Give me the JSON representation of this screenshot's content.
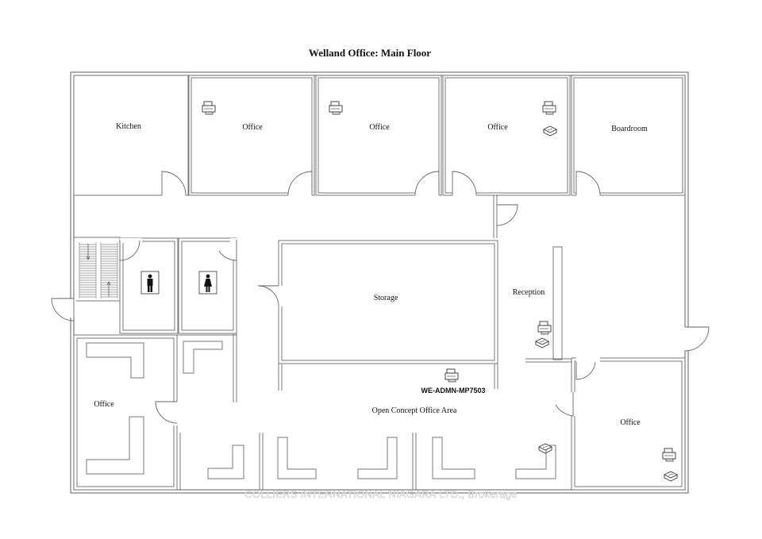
{
  "title": "Welland  Office: Main Floor",
  "rooms": {
    "kitchen": "Kitchen",
    "office_1": "Office",
    "office_2": "Office",
    "office_3": "Office",
    "boardroom": "Boardroom",
    "storage": "Storage",
    "reception": "Reception",
    "office_left": "Office",
    "open_concept": "Open Concept Office Area",
    "office_right": "Office"
  },
  "printer_label": "WE-ADMN-MP7503",
  "watermark": "COLLIERS INTERNATIONAL NIAGARA LTD., Brokerage",
  "icons": [
    "printer-icon",
    "fax-icon",
    "mens-restroom-icon",
    "womens-restroom-icon",
    "stairs-icon"
  ],
  "colors": {
    "wall": "#777777",
    "background": "#ffffff",
    "text": "#111111"
  }
}
